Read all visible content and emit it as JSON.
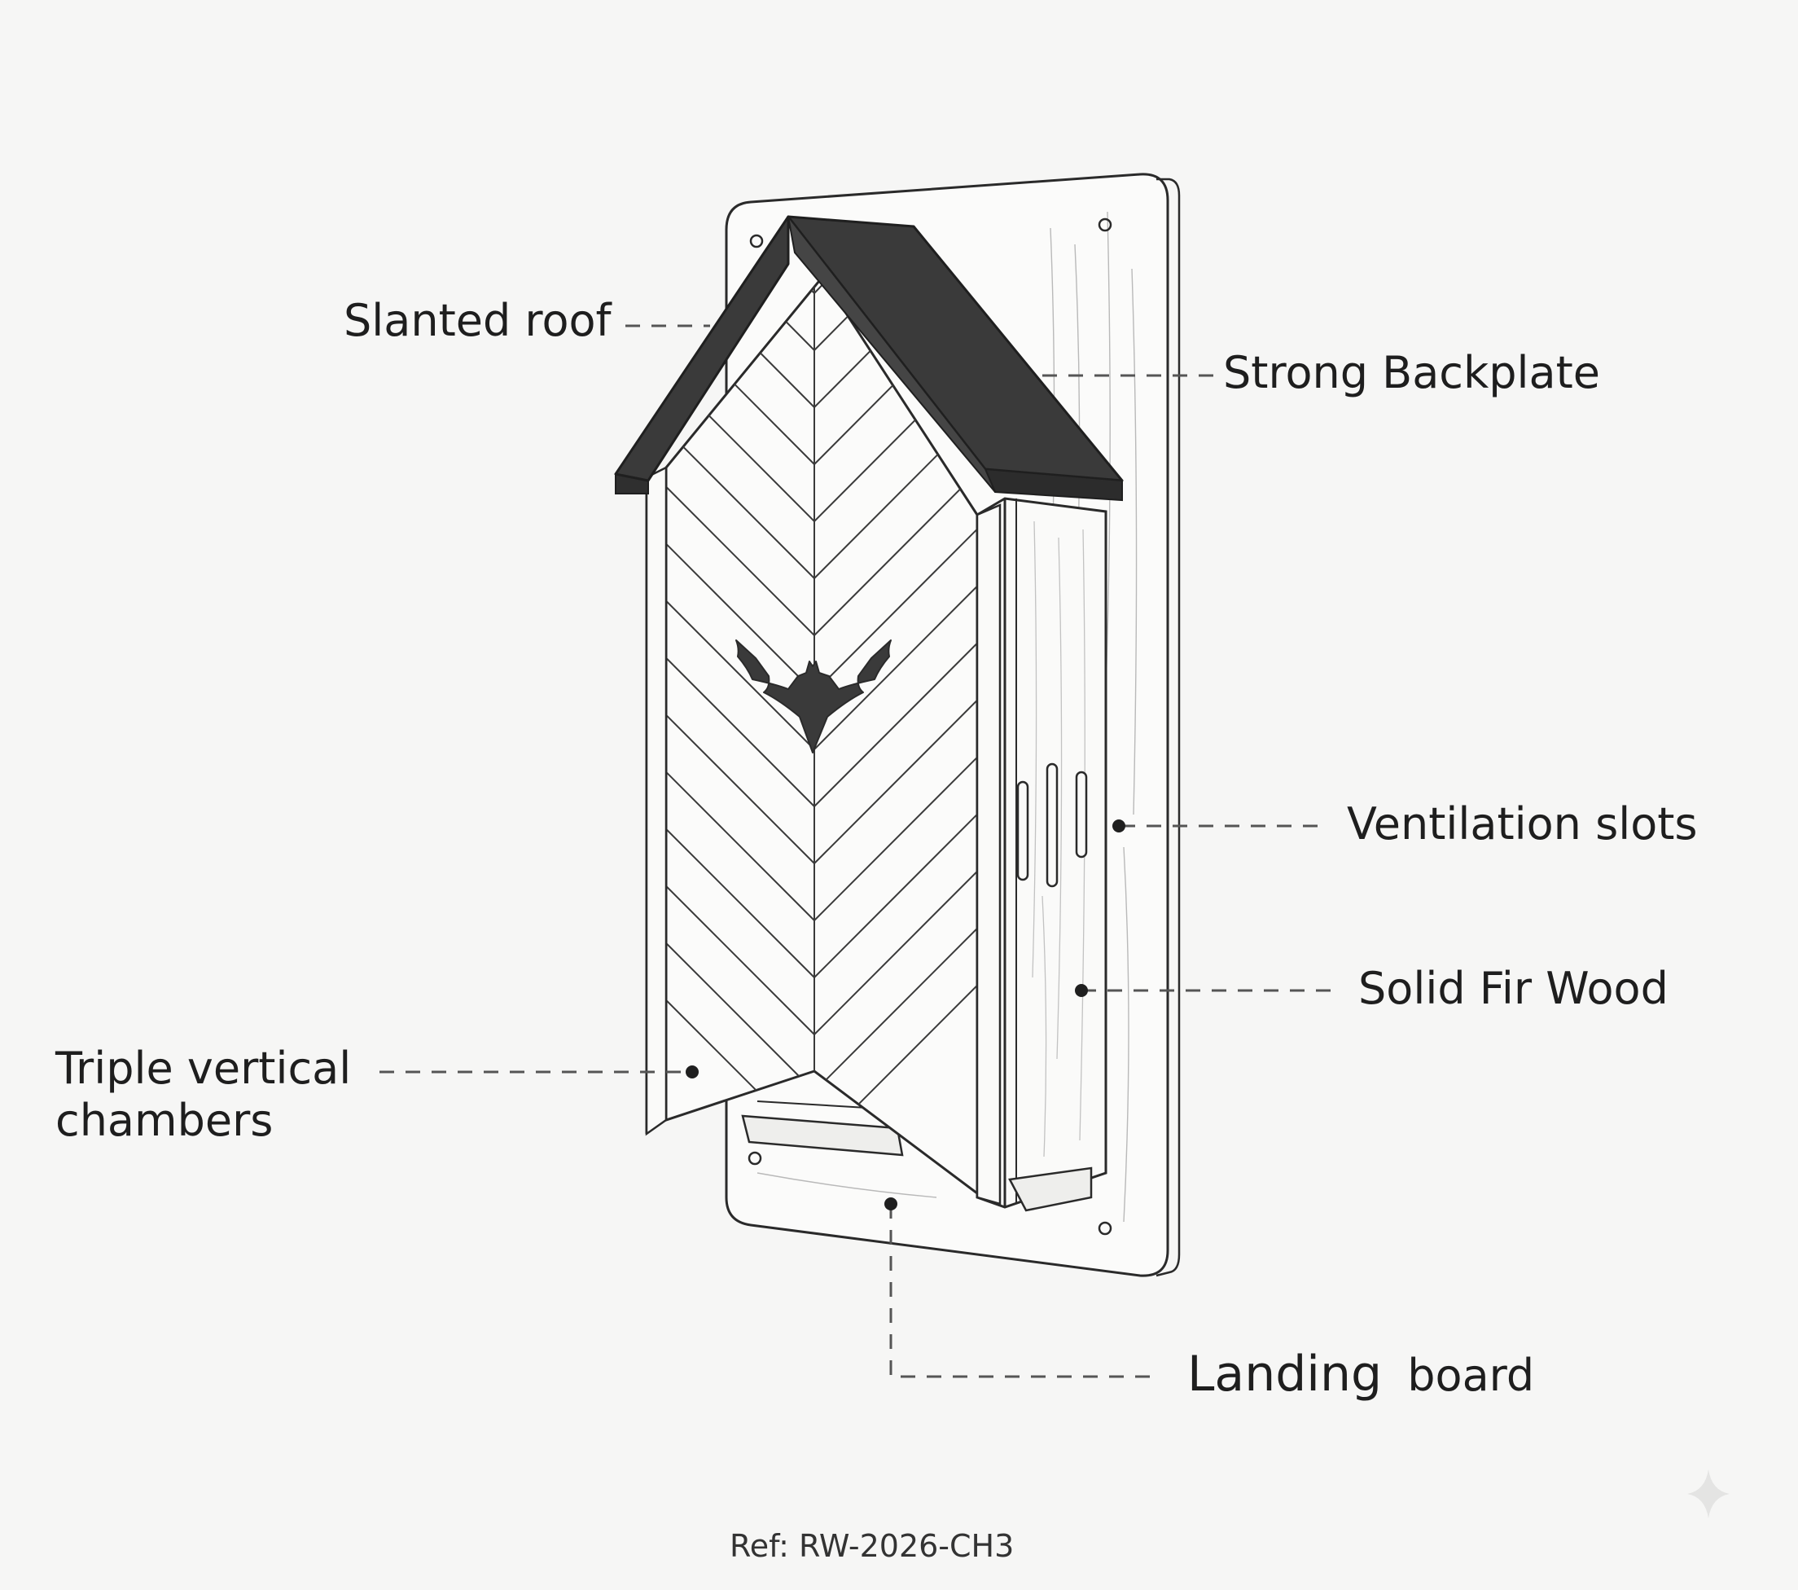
{
  "labels": {
    "slanted_roof": "Slanted roof",
    "strong_backplate": "Strong Backplate",
    "ventilation_slots": "Ventilation slots",
    "solid_fir_wood": "Solid Fir Wood",
    "triple_chambers_line1": "Triple vertical",
    "triple_chambers_line2": "chambers",
    "landing_board_part1": "Landing",
    "landing_board_part2": "board"
  },
  "reference": "Ref: RW-2026-CH3",
  "icons": [
    "bat-silhouette-icon",
    "sparkle-icon"
  ],
  "colors": {
    "background": "#f6f6f5",
    "line": "#2a2a2a",
    "roof": "#3a3a3a",
    "leader": "#555555"
  }
}
